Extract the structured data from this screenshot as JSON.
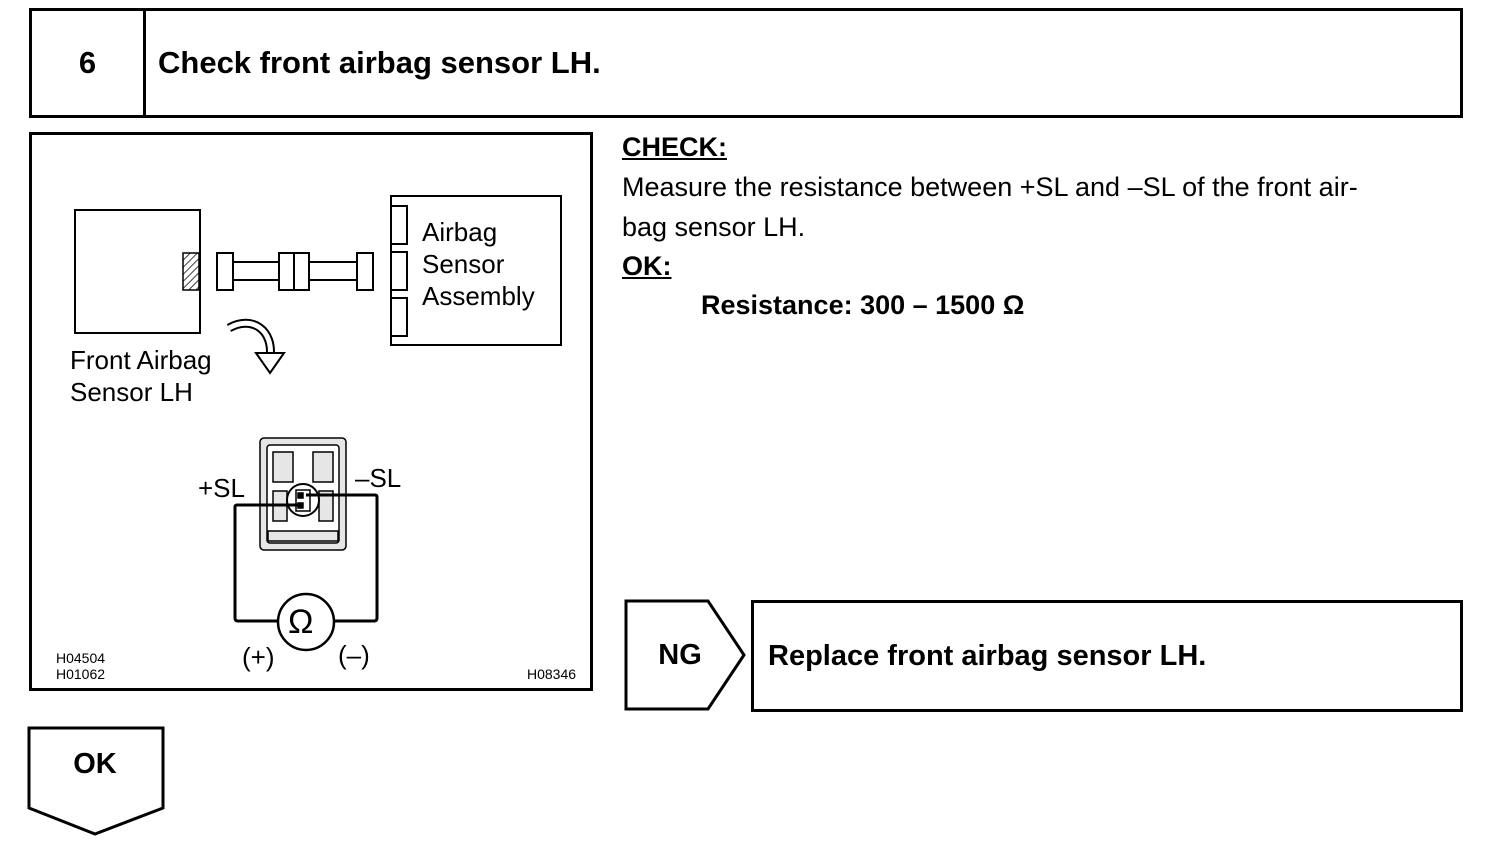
{
  "step": {
    "number": "6",
    "title": "Check front airbag sensor LH."
  },
  "figure": {
    "airbag_assembly_label": "Airbag\nSensor\nAssembly",
    "front_sensor_label": "Front Airbag\nSensor LH",
    "plus_terminal": "+SL",
    "minus_terminal": "–SL",
    "ohm_symbol": "Ω",
    "meter_plus": "(+)",
    "meter_minus": "(–)",
    "codes_left": [
      "H04504",
      "H01062"
    ],
    "code_right": "H08346"
  },
  "instructions": {
    "check_heading": "CHECK:",
    "check_line1": "Measure the resistance between +SL and –SL of the front air-",
    "check_line2": "bag sensor LH.",
    "ok_heading": "OK:",
    "resistance": "Resistance: 300 – 1500 Ω"
  },
  "results": {
    "ng_label": "NG",
    "ng_action": "Replace front airbag sensor LH.",
    "ok_label": "OK"
  }
}
